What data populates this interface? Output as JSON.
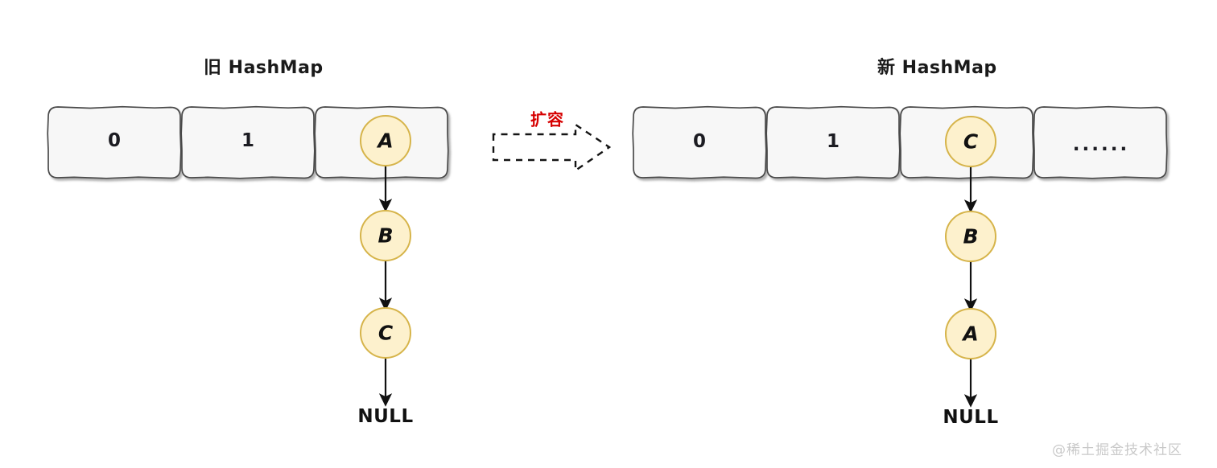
{
  "diagram": {
    "watermark": "@稀土掘金技术社区",
    "colors": {
      "box_fill": "#f7f7f7",
      "box_stroke": "#4a4a4a",
      "node_fill": "#fdf1cd",
      "node_stroke": "#d6b44a",
      "arrow": "#111111",
      "resize_label": "#d60000",
      "text": "#1c1c22",
      "watermark": "#c9c9c9"
    }
  },
  "left_panel": {
    "title": "旧 HashMap",
    "buckets": [
      {
        "label": "0",
        "kind": "text"
      },
      {
        "label": "1",
        "kind": "text"
      },
      {
        "label": "A",
        "kind": "node"
      }
    ],
    "chain": {
      "nodes": [
        "A",
        "B",
        "C"
      ],
      "terminator": "NULL"
    }
  },
  "transition": {
    "label": "扩容",
    "arrow": "dashed-block-arrow-right"
  },
  "right_panel": {
    "title": "新 HashMap",
    "buckets": [
      {
        "label": "0",
        "kind": "text"
      },
      {
        "label": "1",
        "kind": "text"
      },
      {
        "label": "C",
        "kind": "node"
      },
      {
        "label": "......",
        "kind": "ellipsis"
      }
    ],
    "chain": {
      "nodes": [
        "C",
        "B",
        "A"
      ],
      "terminator": "NULL"
    }
  }
}
